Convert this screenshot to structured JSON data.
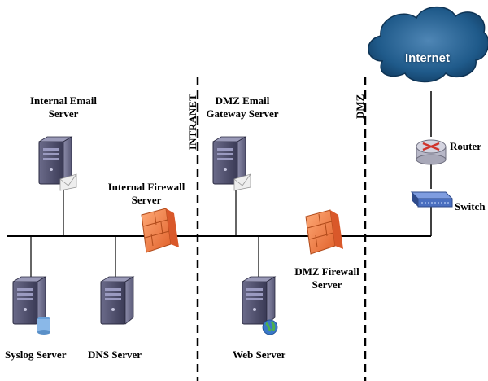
{
  "diagram": {
    "zones": {
      "intranet": "INTRANET",
      "dmz": "DMZ"
    },
    "nodes": {
      "internet": "Internet",
      "router": "Router",
      "switch": "Switch",
      "internal_email_server": "Internal Email Server",
      "internal_email_server_lines": [
        "Internal Email",
        "Server"
      ],
      "internal_firewall_server": "Internal Firewall Server",
      "internal_firewall_lines": [
        "Internal Firewall",
        "Server"
      ],
      "dmz_email_gateway_server": "DMZ Email Gateway Server",
      "dmz_email_gateway_lines": [
        "DMZ Email",
        "Gateway Server"
      ],
      "dmz_firewall_server": "DMZ Firewall Server",
      "dmz_firewall_lines": [
        "DMZ Firewall",
        "Server"
      ],
      "syslog_server": "Syslog Server",
      "dns_server": "DNS Server",
      "web_server": "Web Server"
    },
    "colors": {
      "cloud": "#1f5a8a",
      "firewall": "#f07a3a",
      "server_body": "#4a4a6a",
      "switch": "#4a6fc0"
    }
  }
}
